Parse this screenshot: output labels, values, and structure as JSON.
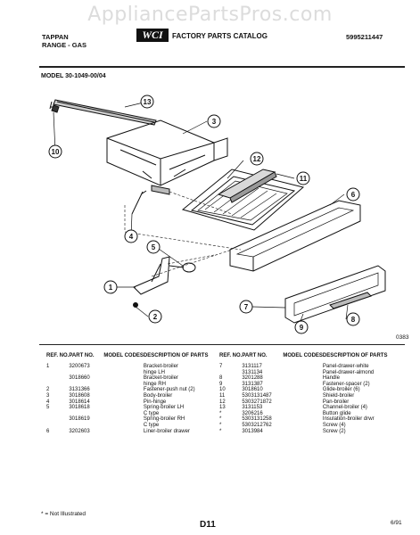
{
  "watermark": "AppliancePartsPros.com",
  "header": {
    "brand_line1": "TAPPAN",
    "brand_line2": "RANGE - GAS",
    "logo_text": "WCI",
    "catalog_title": "FACTORY PARTS CATALOG",
    "catalog_number": "5995211447"
  },
  "model": "MODEL 30-1049-00/04",
  "diagram_code": "0383",
  "callouts": [
    "1",
    "2",
    "3",
    "4",
    "5",
    "6",
    "7",
    "8",
    "9",
    "10",
    "11",
    "12",
    "13"
  ],
  "table_headers": {
    "ref_no": "REF. NO.",
    "part_no": "PART NO.",
    "model_codes": "MODEL CODES",
    "description": "DESCRIPTION OF PARTS"
  },
  "left_rows": [
    {
      "ref": "1",
      "part": "3200673",
      "desc": "Bracket-broiler"
    },
    {
      "ref": "",
      "part": "",
      "desc": "hinge LH"
    },
    {
      "ref": "",
      "part": "3018660",
      "desc": "Bracket-broiler"
    },
    {
      "ref": "",
      "part": "",
      "desc": "hinge RH"
    },
    {
      "ref": "2",
      "part": "3131366",
      "desc": "Fastener-push nut (2)"
    },
    {
      "ref": "3",
      "part": "3018608",
      "desc": "Body-broiler"
    },
    {
      "ref": "4",
      "part": "3018614",
      "desc": "Pin-hinge"
    },
    {
      "ref": "5",
      "part": "3018618",
      "desc": "Spring-broiler LH"
    },
    {
      "ref": "",
      "part": "",
      "desc": "C type"
    },
    {
      "ref": "",
      "part": "3018619",
      "desc": "Spring-broiler RH"
    },
    {
      "ref": "",
      "part": "",
      "desc": "C type"
    },
    {
      "ref": "6",
      "part": "3202603",
      "desc": "Liner-broiler drawer"
    }
  ],
  "right_rows": [
    {
      "ref": "7",
      "part": "3131117",
      "desc": "Panel-drawer-white"
    },
    {
      "ref": "",
      "part": "3131134",
      "desc": "Panel-drawer-almond"
    },
    {
      "ref": "8",
      "part": "3201288",
      "desc": "Handle"
    },
    {
      "ref": "9",
      "part": "3131387",
      "desc": "Fastener-spacer (2)"
    },
    {
      "ref": "10",
      "part": "3018610",
      "desc": "Glide-broiler (6)"
    },
    {
      "ref": "11",
      "part": "5303131487",
      "desc": "Shield-broiler"
    },
    {
      "ref": "12",
      "part": "5303271872",
      "desc": "Pan-broiler"
    },
    {
      "ref": "13",
      "part": "3131153",
      "desc": "Channel-broiler (4)"
    },
    {
      "ref": "",
      "part": "",
      "desc": ""
    },
    {
      "ref": "*",
      "part": "3206216",
      "desc": "Button glide"
    },
    {
      "ref": "*",
      "part": "5303131258",
      "desc": "Insulation-broiler drwr"
    },
    {
      "ref": "*",
      "part": "5303212762",
      "desc": "Screw (4)"
    },
    {
      "ref": "*",
      "part": "3013984",
      "desc": "Screw (2)"
    }
  ],
  "footnote": "* = Not Illustrated",
  "page_label": "D11",
  "date_code": "6/91"
}
